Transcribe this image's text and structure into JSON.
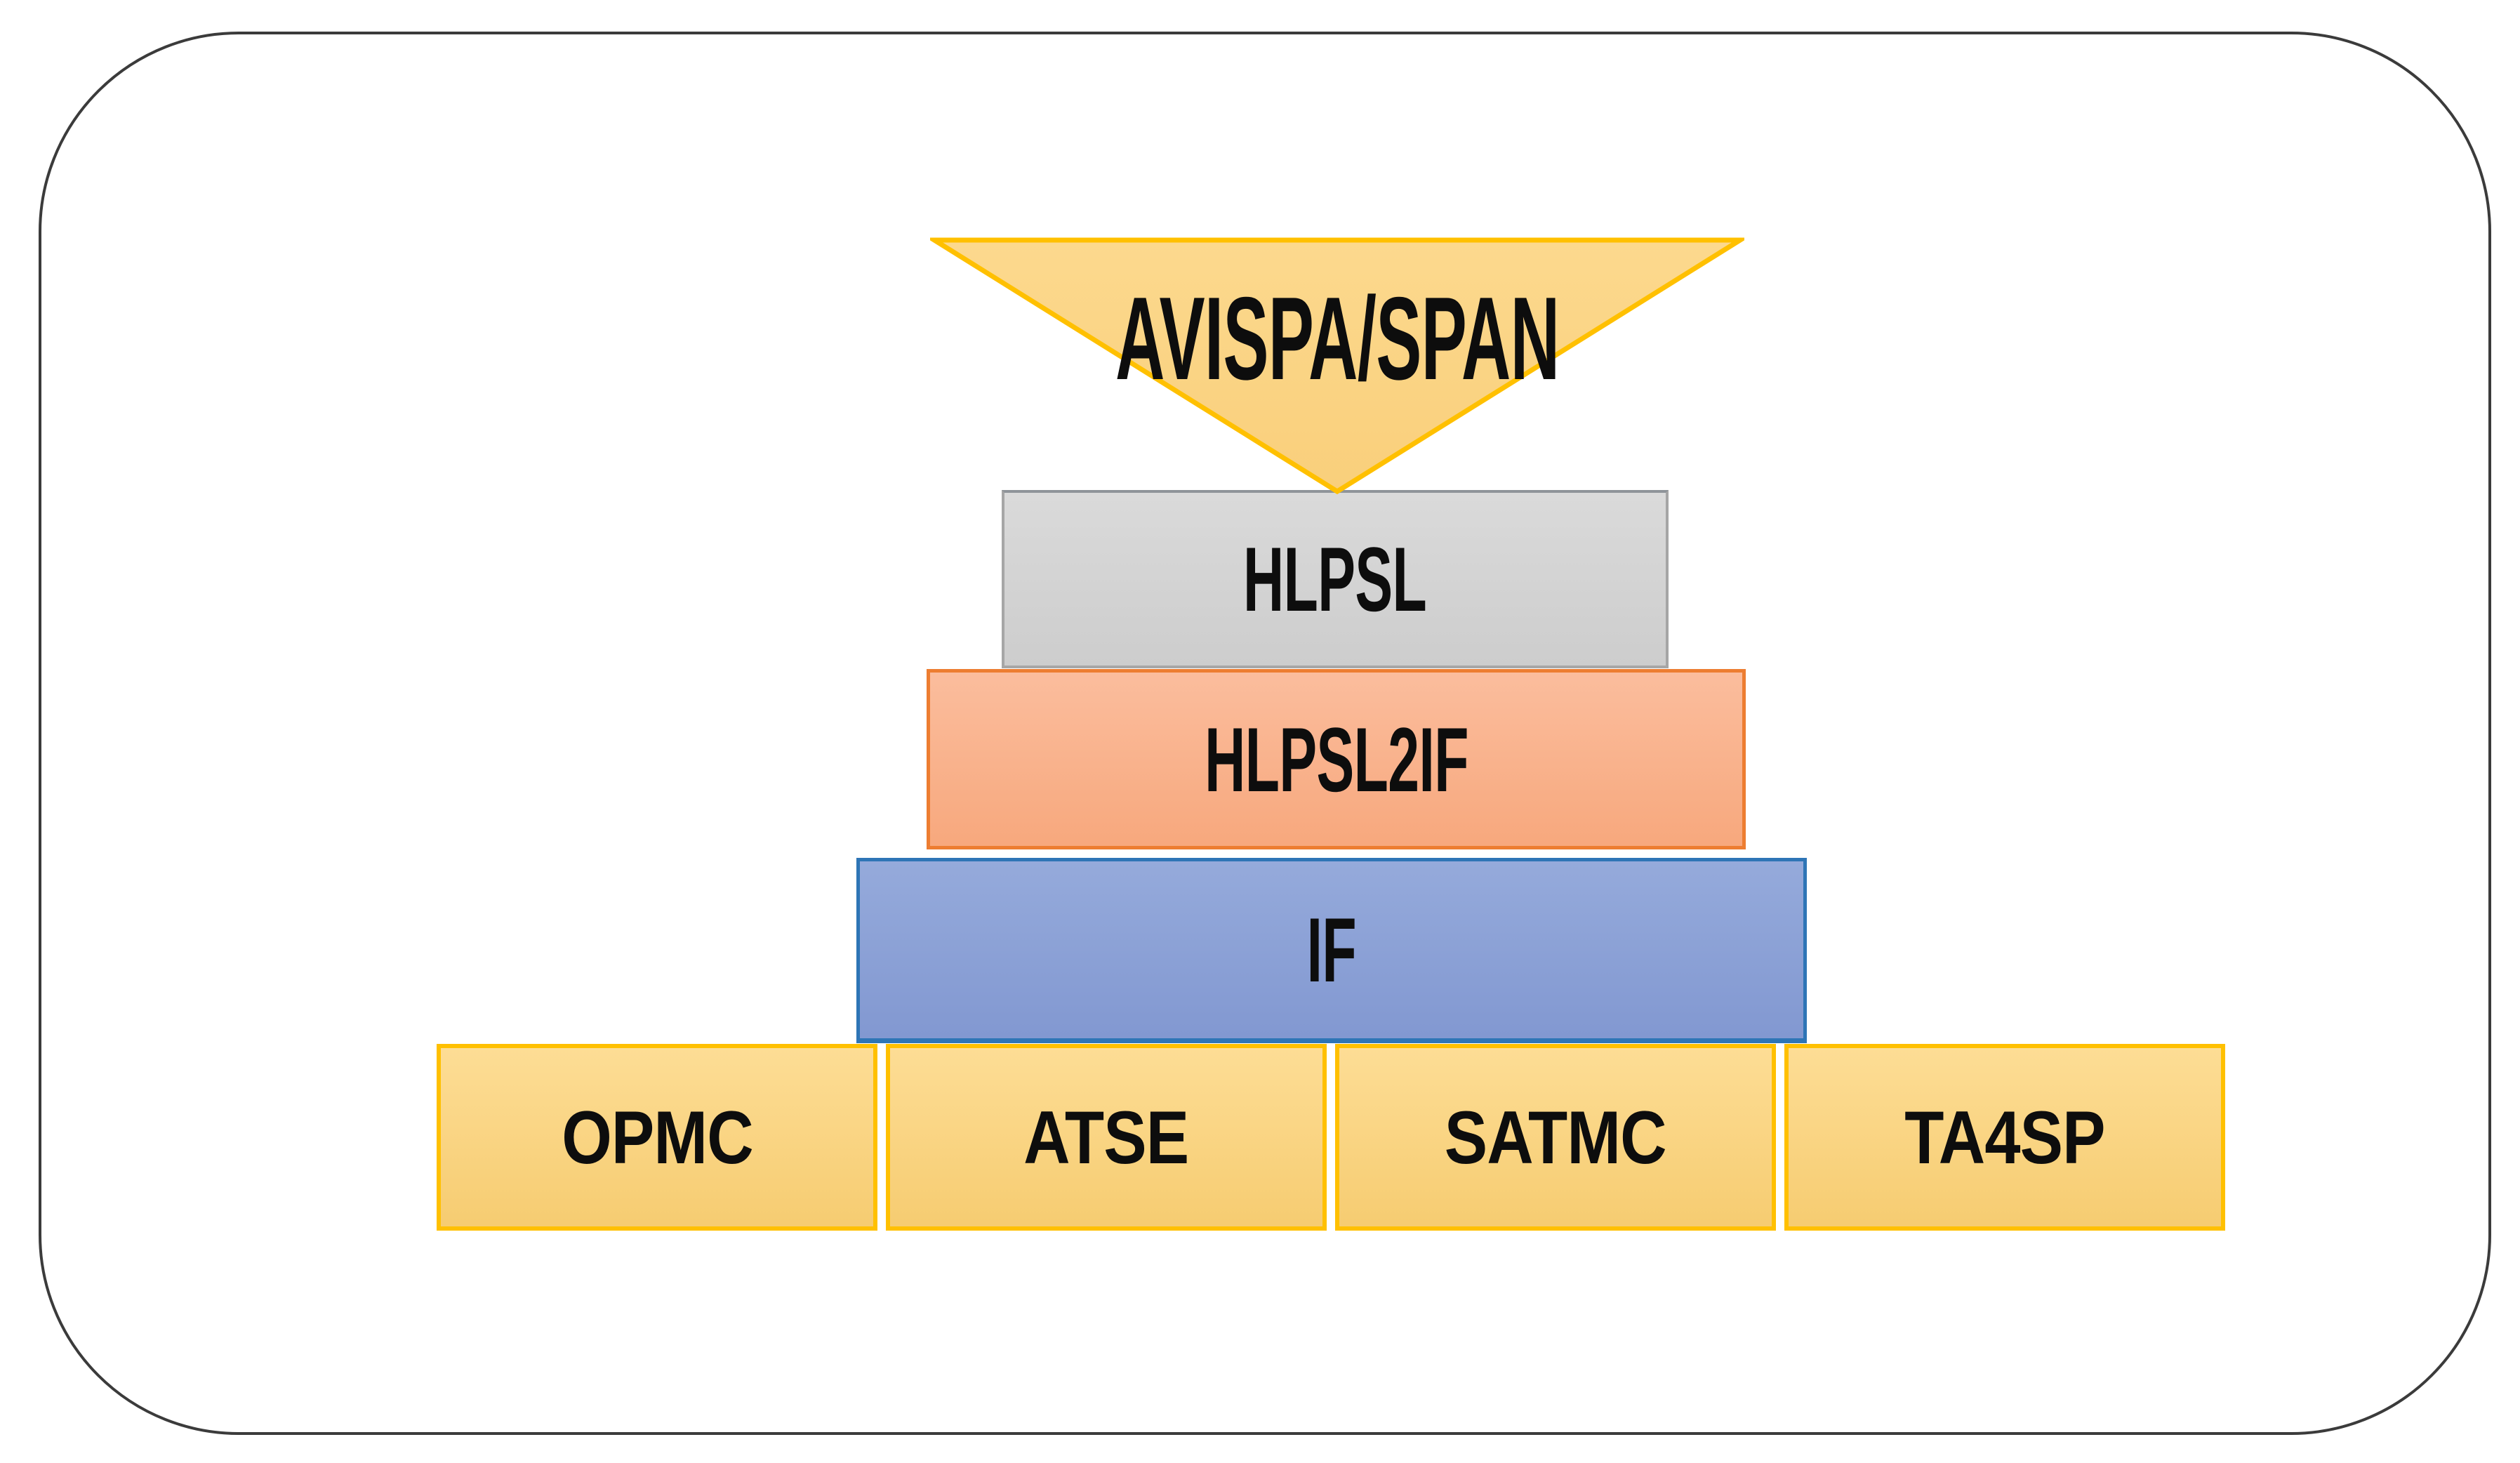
{
  "figure": {
    "type": "layer-diagram",
    "description": "AVISPA/SPAN tool architecture: specification funnel feeding a stack of languages and translators down to four verification back-ends"
  },
  "colors": {
    "canvas-bg": "#ffffff",
    "frame-border": "#3b3b3b",
    "text": "#0d0d0d",
    "triangle-fill-top": "#fcd98e",
    "triangle-fill-bottom": "#f9cf7b",
    "triangle-border": "#ffc000",
    "hlpsl-fill-top": "#dadada",
    "hlpsl-fill-bottom": "#cdcdcd",
    "hlpsl-border": "#a6a6a6",
    "hlpsl2if-fill-top": "#fbbd9d",
    "hlpsl2if-fill-bottom": "#f7a87d",
    "hlpsl2if-border": "#ed7d31",
    "if-fill-top": "#95aadb",
    "if-fill-bottom": "#8298d1",
    "if-border": "#2e75b6",
    "backend-fill-top": "#fddd95",
    "backend-fill-bottom": "#f6cc71",
    "backend-border": "#ffc000"
  },
  "diagram": {
    "stack": [
      {
        "label": "AVISPA/SPAN",
        "shape": "inverted-triangle"
      },
      {
        "label": "HLPSL",
        "shape": "rectangle"
      },
      {
        "label": "HLPSL2IF",
        "shape": "rectangle"
      },
      {
        "label": "IF",
        "shape": "rectangle"
      }
    ],
    "backends": [
      {
        "label": "OPMC"
      },
      {
        "label": "ATSE"
      },
      {
        "label": "SATMC"
      },
      {
        "label": "TA4SP"
      }
    ]
  }
}
